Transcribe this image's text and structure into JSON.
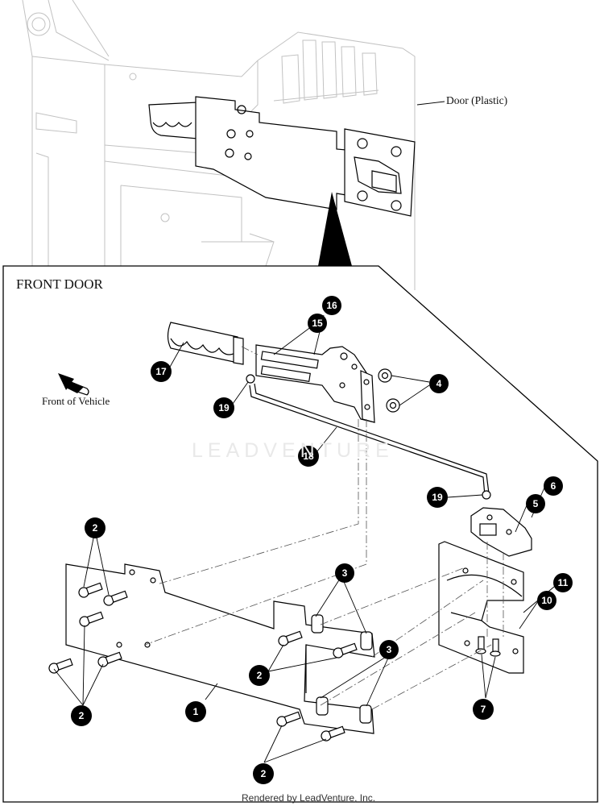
{
  "diagram": {
    "section_title": "FRONT DOOR",
    "door_label": "Door (Plastic)",
    "front_label": "Front of Vehicle",
    "watermark": "LEADVENTURE",
    "footer": "Rendered by LeadVenture, Inc.",
    "callouts": [
      {
        "id": "c16",
        "num": "16"
      },
      {
        "id": "c15",
        "num": "15"
      },
      {
        "id": "c17",
        "num": "17"
      },
      {
        "id": "c4",
        "num": "4"
      },
      {
        "id": "c19a",
        "num": "19"
      },
      {
        "id": "c18",
        "num": "18"
      },
      {
        "id": "c6",
        "num": "6"
      },
      {
        "id": "c5",
        "num": "5"
      },
      {
        "id": "c19b",
        "num": "19"
      },
      {
        "id": "c2a",
        "num": "2"
      },
      {
        "id": "c3a",
        "num": "3"
      },
      {
        "id": "c11",
        "num": "11"
      },
      {
        "id": "c10",
        "num": "10"
      },
      {
        "id": "c2b",
        "num": "2"
      },
      {
        "id": "c3b",
        "num": "3"
      },
      {
        "id": "c2c",
        "num": "2"
      },
      {
        "id": "c1",
        "num": "1"
      },
      {
        "id": "c7",
        "num": "7"
      },
      {
        "id": "c2d",
        "num": "2"
      }
    ]
  }
}
